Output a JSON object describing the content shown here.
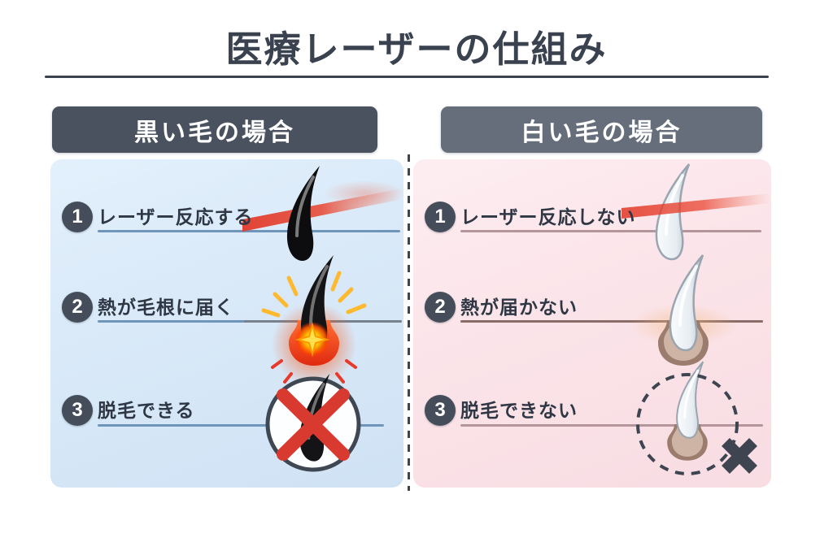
{
  "title": "医療レーザーの仕組み",
  "columns": [
    {
      "id": "black-hair",
      "header": "黒い毛の場合",
      "steps": [
        {
          "num": "1",
          "label": "レーザー反応する",
          "icon": "laser-hit-black-hair-icon"
        },
        {
          "num": "2",
          "label": "熱が毛根に届く",
          "icon": "heat-reaches-root-icon"
        },
        {
          "num": "3",
          "label": "脱毛できる",
          "icon": "hair-removed-crossmark-icon"
        }
      ]
    },
    {
      "id": "white-hair",
      "header": "白い毛の場合",
      "steps": [
        {
          "num": "1",
          "label": "レーザー反応しない",
          "icon": "laser-passes-white-hair-icon"
        },
        {
          "num": "2",
          "label": "熱が届かない",
          "icon": "heat-not-reaching-root-icon"
        },
        {
          "num": "3",
          "label": "脱毛できない",
          "icon": "hair-remains-crossmark-icon"
        }
      ]
    }
  ],
  "colors": {
    "ink": "#3a4250",
    "header_dark": "#4a5260",
    "header_gray": "#676e7b",
    "panel_blue": "#d9e9f8",
    "panel_pink": "#fbe4e9",
    "laser_red": "#e23b2a",
    "cross_red": "#d93a2f",
    "glow_yellow": "#ffd34d"
  }
}
